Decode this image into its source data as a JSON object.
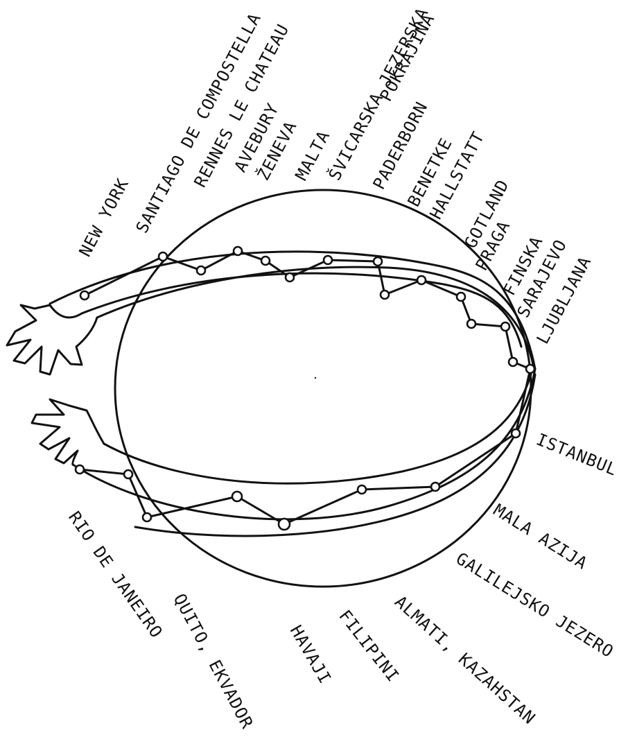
{
  "colors": {
    "ink": "#111111",
    "paper": "#ffffff"
  },
  "places": {
    "new_york": "NEW YORK",
    "santiago": "SANTIAGO DE COMPOSTELLA",
    "rennes": "RENNES LE CHATEAU",
    "avebury": "AVEBURY",
    "zeneva": "ŽENEVA",
    "malta": "MALTA",
    "svicarska": "ŠVICARSKA JEZERSKA",
    "pokrajina": "POKRAJINA",
    "paderborn": "PADERBORN",
    "benetke": "BENETKE",
    "hallstatt": "HALLSTATT",
    "gotland": "GOTLAND",
    "praga": "PRAGA",
    "finska": "FINSKA",
    "sarajevo": "SARAJEVO",
    "ljubljana": "LJUBLJANA",
    "istanbul": "ISTANBUL",
    "mala_azija": "MALA AZIJA",
    "galilejsko": "GALILEJSKO JEZERO",
    "almati": "ALMATI, KAZAHSTAN",
    "filipini": "FILIPINI",
    "havaji": "HAVAJI",
    "quito": "QUITO, EKVADOR",
    "rio": "RIO DE JANEIRO"
  },
  "icons": [
    "globe-icon",
    "reaching-hand-icon",
    "route-band-icon"
  ]
}
